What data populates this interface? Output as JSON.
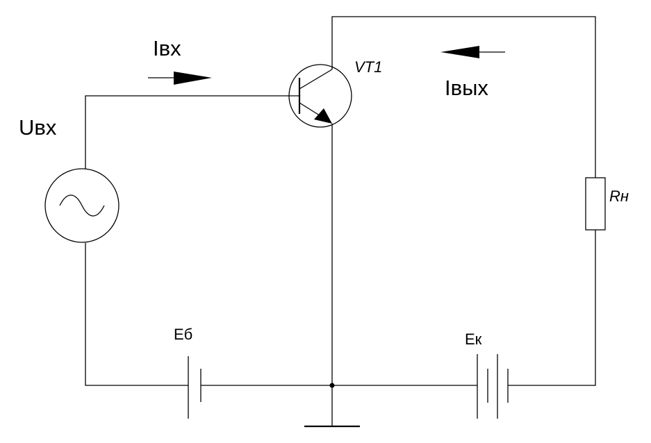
{
  "labels": {
    "input_current": "Iвх",
    "output_current": "Iвых",
    "input_voltage": "Uвх",
    "transistor": "VT1",
    "load_resistor": "Rн",
    "base_battery": "Eб",
    "collector_battery": "Eк"
  },
  "colors": {
    "line": "#000000",
    "background": "#ffffff"
  }
}
